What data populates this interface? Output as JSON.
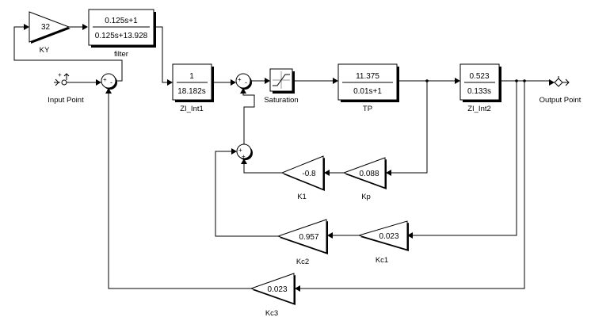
{
  "blocks": {
    "ky": {
      "gain": "32",
      "name": "KY"
    },
    "filter": {
      "num": "0.125s+1",
      "den": "0.125s+13.928",
      "name": "filter"
    },
    "zi_int1": {
      "num": "1",
      "den": "18.182s",
      "name": "ZI_Int1"
    },
    "saturation": {
      "name": "Saturation"
    },
    "tp": {
      "num": "11.375",
      "den": "0.01s+1",
      "name": "TP"
    },
    "zi_int2": {
      "num": "0.523",
      "den": "0.133s",
      "name": "ZI_Int2"
    },
    "k1": {
      "gain": "-0.8",
      "name": "K1"
    },
    "kp": {
      "gain": "0.088",
      "name": "Kp"
    },
    "kc2": {
      "gain": "0.957",
      "name": "Kc2"
    },
    "kc1": {
      "gain": "0.023",
      "name": "Kc1"
    },
    "kc3": {
      "gain": "0.023",
      "name": "Kc3"
    }
  },
  "ports": {
    "input": {
      "name": "Input Point"
    },
    "output": {
      "name": "Output Point"
    }
  },
  "sums": {
    "sum1": {
      "signs": [
        "+",
        "-"
      ]
    },
    "sum2": {
      "signs": [
        "+",
        "-"
      ]
    },
    "sum3": {
      "signs": [
        "+",
        "+"
      ]
    }
  }
}
